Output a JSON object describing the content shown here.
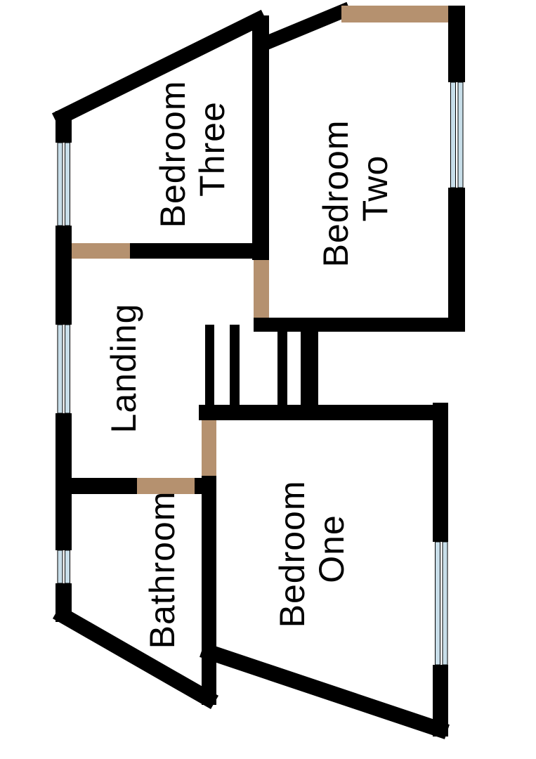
{
  "plan": {
    "rooms": {
      "bedroom_three": {
        "label": "Bedroom Three",
        "lines": [
          "Bedroom",
          "Three"
        ]
      },
      "bedroom_two": {
        "label": "Bedroom Two",
        "lines": [
          "Bedroom",
          "Two"
        ]
      },
      "landing": {
        "label": "Landing",
        "lines": [
          "Landing"
        ]
      },
      "bathroom": {
        "label": "Bathroom",
        "lines": [
          "Bathroom"
        ]
      },
      "bedroom_one": {
        "label": "Bedroom One",
        "lines": [
          "Bedroom",
          "One"
        ]
      }
    },
    "colors": {
      "wall": "#000000",
      "door": "#b5916f",
      "window_glass": "#c8dee9",
      "opening": "#ffffff",
      "background": "#ffffff",
      "text": "#000000"
    }
  }
}
